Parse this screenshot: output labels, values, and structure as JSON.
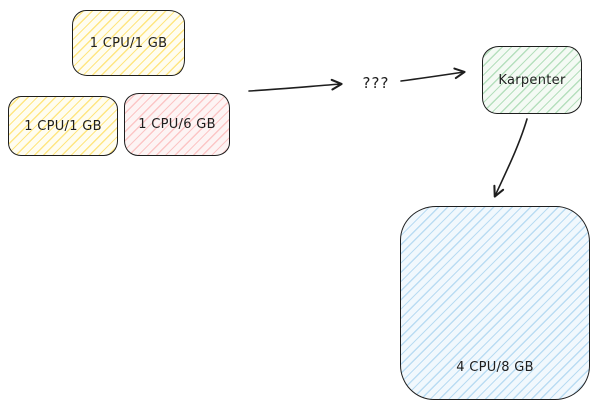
{
  "canvas": {
    "background": "#ffffff",
    "stroke_color": "#1e1e1e"
  },
  "nodes": {
    "pod_top": {
      "label": "1 CPU/1 GB",
      "fill": "#fffdf0",
      "hatch_color": "#ffe066"
    },
    "pod_left": {
      "label": "1 CPU/1 GB",
      "fill": "#fffdf0",
      "hatch_color": "#ffe066"
    },
    "pod_right": {
      "label": "1 CPU/6 GB",
      "fill": "#fdf4f4",
      "hatch_color": "#faa0a0"
    },
    "karpenter": {
      "label": "Karpenter",
      "fill": "#f4faf4",
      "hatch_color": "#82c990"
    },
    "node_big": {
      "label": "4 CPU/8 GB",
      "fill": "#f1f8fd",
      "hatch_color": "#78b9e6"
    }
  },
  "annotations": {
    "question": {
      "label": "???"
    }
  },
  "arrows": [
    {
      "from": "pods",
      "to": "question"
    },
    {
      "from": "question",
      "to": "karpenter"
    },
    {
      "from": "karpenter",
      "to": "node_big"
    }
  ]
}
